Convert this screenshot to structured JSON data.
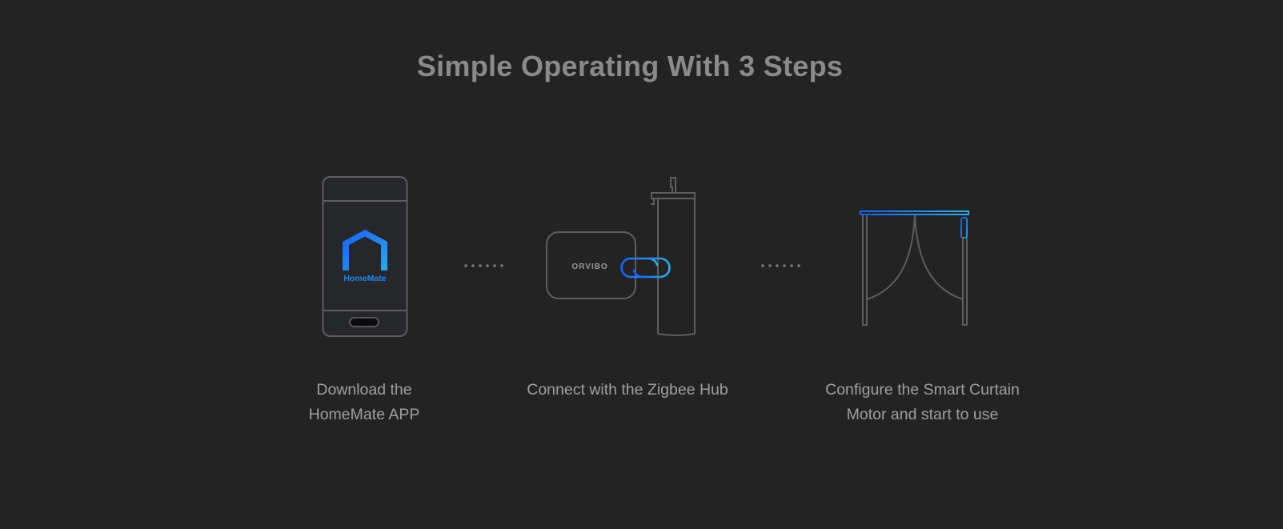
{
  "heading": "Simple Operating With 3 Steps",
  "steps": [
    {
      "icon": "phone-app-icon",
      "app_logo_text": "HomeMate",
      "caption_lines": [
        "Download the",
        "HomeMate APP"
      ]
    },
    {
      "icon": "hub-link-icon",
      "hub_brand_text": "ORVIBO",
      "caption_lines": [
        "Connect with the Zigbee Hub"
      ]
    },
    {
      "icon": "curtain-motor-icon",
      "caption_lines": [
        "Configure the Smart Curtain",
        "Motor and start to use"
      ]
    }
  ],
  "colors": {
    "background": "#232323",
    "heading": "#8a8a8a",
    "caption": "#a0a0a0",
    "outline": "#5e5e62",
    "accent_start": "#1565ff",
    "accent_end": "#22a8e8"
  }
}
